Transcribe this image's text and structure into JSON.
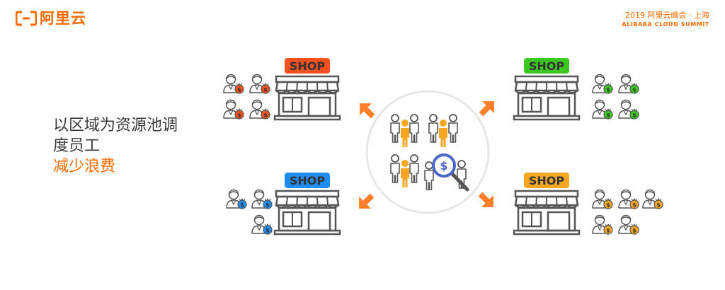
{
  "brand": {
    "name": "阿里云",
    "color": "#ff6a00"
  },
  "event": {
    "line1": "2019 阿里云峰会 · 上海",
    "line2": "ALIBABA CLOUD SUMMIT"
  },
  "slogan": {
    "line1": "以区域为资源池调",
    "line2": "度员工",
    "line3": "减少浪费"
  },
  "shops": [
    {
      "label": "SHOP",
      "color": "#f5501e",
      "customers": 4
    },
    {
      "label": "SHOP",
      "color": "#3cc820",
      "customers": 4
    },
    {
      "label": "SHOP",
      "color": "#1e8cf0",
      "customers": 3
    },
    {
      "label": "SHOP",
      "color": "#f5a623",
      "customers": 5
    }
  ],
  "icons": {
    "center": "staff-pool-icon",
    "magnifier": "dollar-magnifier-icon",
    "arrow": "orange-arrow-icon",
    "customer": "customer-with-money-bag-icon"
  },
  "colors": {
    "accent": "#ff6a00",
    "text": "#3a3a3a",
    "outline": "#555555",
    "staff": "#f5a623"
  }
}
